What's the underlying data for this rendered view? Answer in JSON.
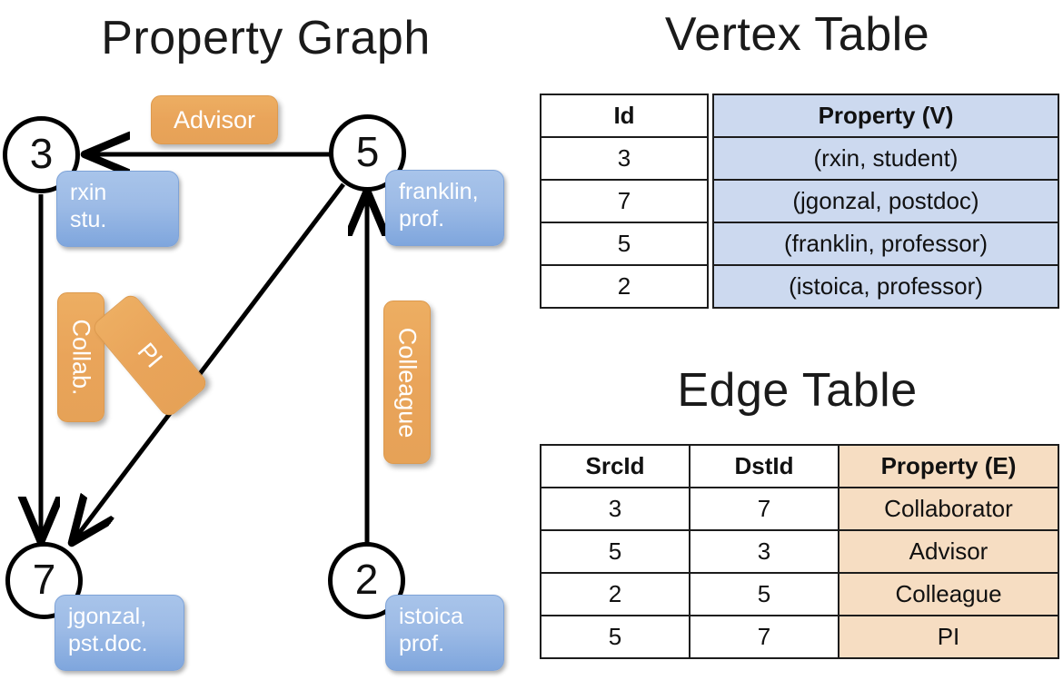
{
  "titles": {
    "property_graph": "Property Graph",
    "vertex_table": "Vertex Table",
    "edge_table": "Edge Table"
  },
  "graph": {
    "nodes": [
      {
        "id": "3",
        "property_lines": [
          "rxin",
          "stu."
        ]
      },
      {
        "id": "5",
        "property_lines": [
          "franklin,",
          "prof."
        ]
      },
      {
        "id": "7",
        "property_lines": [
          "jgonzal,",
          "pst.doc."
        ]
      },
      {
        "id": "2",
        "property_lines": [
          "istoica",
          "prof."
        ]
      }
    ],
    "edge_labels": [
      {
        "label": "Advisor",
        "orientation": "horizontal"
      },
      {
        "label": "Collab.",
        "orientation": "vertical"
      },
      {
        "label": "PI",
        "orientation": "diagonal"
      },
      {
        "label": "Colleague",
        "orientation": "vertical"
      }
    ],
    "edges": [
      {
        "src": "5",
        "dst": "3",
        "label": "Advisor"
      },
      {
        "src": "3",
        "dst": "7",
        "label": "Collab."
      },
      {
        "src": "5",
        "dst": "7",
        "label": "PI"
      },
      {
        "src": "2",
        "dst": "5",
        "label": "Colleague"
      }
    ]
  },
  "vertex_table": {
    "headers": [
      "Id",
      "Property (V)"
    ],
    "rows": [
      [
        "3",
        "(rxin, student)"
      ],
      [
        "7",
        "(jgonzal, postdoc)"
      ],
      [
        "5",
        "(franklin, professor)"
      ],
      [
        "2",
        "(istoica, professor)"
      ]
    ]
  },
  "edge_table": {
    "headers": [
      "SrcId",
      "DstId",
      "Property (E)"
    ],
    "rows": [
      [
        "3",
        "7",
        "Collaborator"
      ],
      [
        "5",
        "3",
        "Advisor"
      ],
      [
        "2",
        "5",
        "Colleague"
      ],
      [
        "5",
        "7",
        "PI"
      ]
    ]
  },
  "colors": {
    "vertex_property_fill": "#ccd9ef",
    "edge_property_fill": "#f6ddc2",
    "node_property_box": "#9dbbe6",
    "edge_label_box": "#e9a45a",
    "stroke": "#1c1c1c",
    "background": "#ffffff"
  }
}
